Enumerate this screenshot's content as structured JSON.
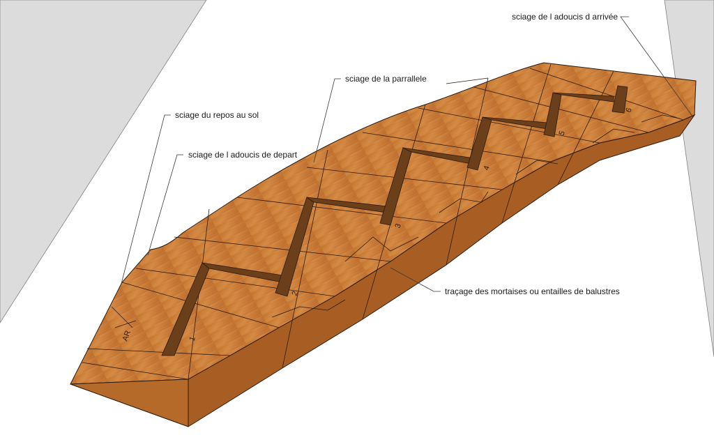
{
  "annotations": {
    "repos_sol": "sciage du repos au sol",
    "adoucis_depart": "sciage de l adoucis de depart",
    "parrallele": "sciage de la parrallele",
    "adoucis_arrivee": "sciage de l adoucis d arrivée",
    "mortaises": "traçage des mortaises ou entailles de balustres"
  },
  "step_numbers": [
    "1",
    "2",
    "3",
    "4",
    "5",
    "6"
  ],
  "reference_mark": "AR",
  "colors": {
    "wall": "#dcdcdc",
    "wood_top": "#c87a36",
    "wood_top_light": "#d88e48",
    "wood_side": "#a85e22",
    "wood_end": "#b66a2a",
    "housing": "#6b3f1a",
    "edge": "#2a1a0c"
  }
}
